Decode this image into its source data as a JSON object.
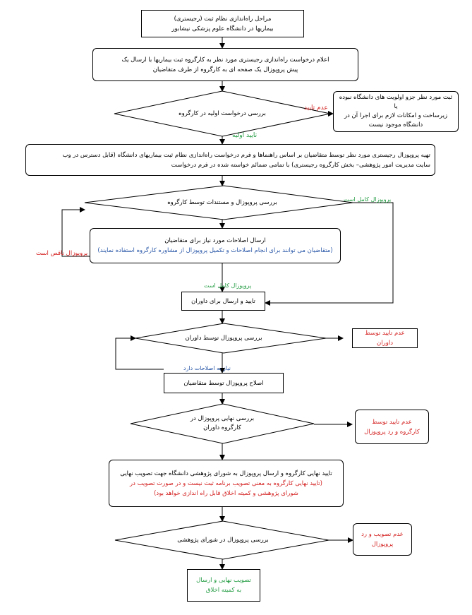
{
  "steps": {
    "s1": [
      "مراحل راه‌اندازی نظام ثبت (رجیستری)",
      "بیماریها در دانشگاه علوم پزشکی نیشابور"
    ],
    "s2": [
      "اعلام درخواست راه‌اندازی رجیستری مورد نظر به کارگروه ثبت بیماریها با ارسال یک",
      "پیش پروپوزال یک صفحه ای به کارگروه از طرف متقاضیان"
    ],
    "d1": "بررسی درخواست اولیه در کارگروه",
    "reject1_box": [
      "ثبت مورد نظر جزو اولویت های دانشگاه نبوده یا",
      "زیرساخت و امکانات لازم برای اجرا آن در",
      "دانشگاه موجود نیست"
    ],
    "s3": [
      "تهیه پروپوزال رجیستری مورد نظر توسط متقاضیان بر اساس راهنماها و فرم درخواست راه‌اندازی نظام ثبت بیماریهای دانشگاه (قابل دسترس در وب",
      "سایت مدیریت امور پژوهشی– بخش کارگروه رجیستری) با تمامی ضمائم خواسته شده در فرم درخواست"
    ],
    "d2": "بررسی پروپوزال و مستندات توسط کارگروه",
    "s4_title": "ارسال اصلاحات مورد نیاز برای متقاضیان",
    "s4_note": "(متقاضیان می توانند برای انجام اصلاحات و تکمیل پروپوزال از مشاوره کارگروه استفاده نمایند)",
    "s5": "تایید و ارسال برای داوران",
    "d3": "بررسی پروپوزال توسط داوران",
    "reject3_box": "عدم تایید توسط داوران",
    "s6": "اصلاح پروپوزال توسط متقاضیان",
    "d4": [
      "بررسی نهایی پروپوزال در",
      "کارگروه داوران"
    ],
    "reject4_box": [
      "عدم تایید توسط",
      "کارگروه و رد پروپوزال"
    ],
    "s7_title": "تایید نهایی کارگروه و ارسال پروپوزال به شورای پژوهشی دانشگاه جهت تصویب نهایی",
    "s7_note": [
      "(تایید نهایی کارگروه به معنی تصویب برنامه ثبت نیست و در صورت تصویب در",
      "شورای پژوهشی و کمیته اخلاق قابل راه اندازی خواهد بود)"
    ],
    "d5": "بررسی پروپوزال در شورای پژوهشی",
    "reject5_box": [
      "عدم تصویب و رد",
      "پروپوزال"
    ],
    "final_box": [
      "تصویب نهایی و ارسال",
      "به کمیته اخلاق"
    ]
  },
  "edge_labels": {
    "reject1": "عدم تایید",
    "approve1": "تایید اولیه",
    "complete1": "پروپوزال کامل است",
    "incomplete": "پروپوزال ناقص است",
    "complete2": "پروپوزال کامل است",
    "needs_fix": "نیاز به اصلاحات دارد"
  },
  "colors": {
    "reject": "#d42020",
    "approve": "#1f9a3f",
    "note": "#2a58a8"
  }
}
